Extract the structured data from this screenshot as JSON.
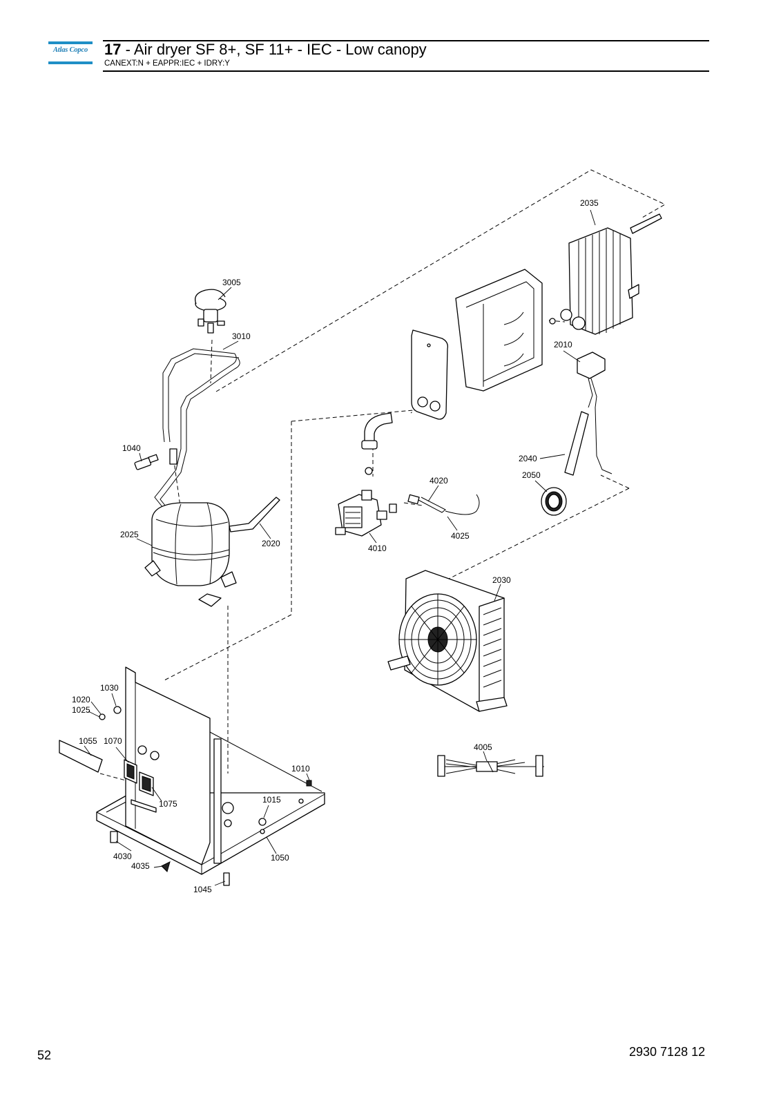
{
  "brand": {
    "logo_text": "Atlas Copco"
  },
  "header": {
    "section_number": "17",
    "title": " - Air dryer SF 8+, SF 11+ - IEC - Low canopy",
    "subtitle": "CANEXT:N + EAPPR:IEC + IDRY:Y"
  },
  "diagram": {
    "callouts": [
      "3005",
      "3010",
      "1040",
      "2025",
      "2020",
      "4020",
      "4010",
      "4025",
      "2035",
      "2010",
      "2040",
      "2050",
      "2030",
      "1030",
      "1020",
      "1025",
      "1055",
      "1070",
      "1075",
      "1010",
      "1015",
      "4030",
      "4035",
      "1050",
      "1045",
      "4005"
    ]
  },
  "footer": {
    "page_number": "52",
    "doc_number": "2930 7128 12"
  }
}
